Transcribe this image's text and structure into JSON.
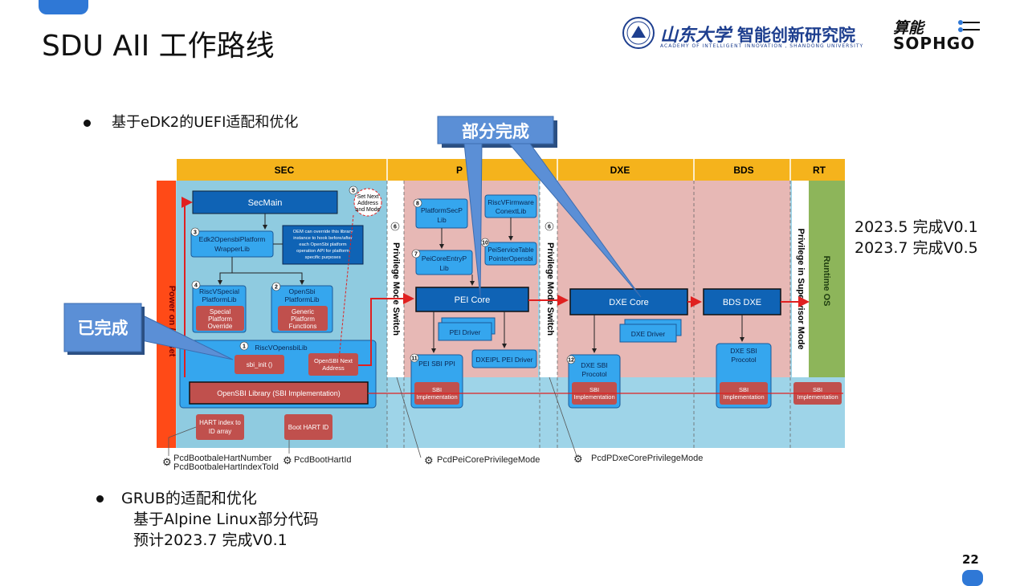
{
  "slide": {
    "title": "SDU AII 工作路线",
    "page_number": "22",
    "logo": {
      "cn_name": "智能创新研究院",
      "en_name": "ACADEMY OF INTELLIGENT INNOVATION , SHANDONG UNIVERSITY",
      "calligraphy": "山东大学",
      "partner_top": "算能",
      "partner": "SOPHGO"
    },
    "bullet1": "基于eDK2的UEFI适配和优化",
    "status_lines": [
      "2023.5 完成V0.1",
      "2023.7 完成V0.5"
    ],
    "grub": {
      "heading": "GRUB的适配和优化",
      "lines": [
        "基于Alpine Linux部分代码",
        "预计2023.7 完成V0.1"
      ]
    }
  },
  "callouts": {
    "partial": "部分完成",
    "done": "已完成"
  },
  "diagram": {
    "phases": [
      "SEC",
      "P",
      "DXE",
      "BDS",
      "RT"
    ],
    "power_label": "Power on / Reset",
    "privilege_switch": "Privilege Mode Switch",
    "privilege_supervisor": "Privilege in Supervisor Mode",
    "runtime_os": "Runtime OS",
    "sec": {
      "secmain": "SecMain",
      "set_next": [
        "Set Next",
        "Address",
        "and Mode"
      ],
      "wrapper": [
        "Edk2OpensbiPlatform",
        "WrapperLib"
      ],
      "oem_note": [
        "OEM can override this library",
        "instance to hook before/after",
        "each OpenSbi platform",
        "operation API for platform",
        "specific purposes"
      ],
      "riscv_special": [
        "RiscVSpecial",
        "PlatformLib"
      ],
      "special_override": [
        "Special",
        "Platform",
        "Override"
      ],
      "opensbi_platform": [
        "OpenSbi",
        "PlatformLib"
      ],
      "generic_functions": [
        "Generic",
        "Platform",
        "Functions"
      ],
      "riscv_opensbi_lib": "RiscVOpensbiLib",
      "sbi_init": "sbi_init ()",
      "opensbi_next": [
        "OpenSBI Next",
        "Address"
      ],
      "opensbi_library": "OpenSBI Library (SBI Implementation)",
      "hart_index": [
        "HART index to",
        "ID array"
      ],
      "boot_hart": "Boot HART ID"
    },
    "pei": {
      "platform_sec": [
        "PlatformSecP",
        "Lib"
      ],
      "riscv_firmware": [
        "RiscVFirmware",
        "ConextLib"
      ],
      "pei_core_entry": [
        "PeiCoreEntryP",
        "Lib"
      ],
      "pei_service": [
        "PeiServiceTable",
        "PointerOpensbi"
      ],
      "pei_core": "PEI Core",
      "pei_driver": "PEI Driver",
      "pei_sbi_ppi": "PEI SBI PPI",
      "dxeipl": "DXEIPL PEI Driver",
      "sbi_impl": [
        "SBI",
        "Implementation"
      ]
    },
    "dxe": {
      "dxe_core": "DXE Core",
      "dxe_driver": "DXE Driver",
      "dxe_sbi": [
        "DXE SBI",
        "Procotol"
      ]
    },
    "bds": {
      "bds_dxe": "BDS DXE",
      "dxe_sbi": [
        "DXE SBI",
        "Procotol"
      ]
    },
    "pcds": [
      "PcdBootbaleHartNumber",
      "PcdBootbaleHartIndexToId",
      "PcdBootHartId",
      "PcdPeiCorePrivilegeMode",
      "PcdPDxeCorePrivilegeMode"
    ],
    "step_numbers": [
      "1",
      "2",
      "3",
      "4",
      "5",
      "6",
      "6",
      "7",
      "8",
      "10",
      "11",
      "12"
    ]
  },
  "colors": {
    "accent_blue": "#2f78d6",
    "phase_header": "#f5b31c",
    "light_blue_panel": "#8fcbe0",
    "pink_panel": "#e7b8b5",
    "dark_blue_box": "#0f63b5",
    "mid_blue_box": "#35a6ee",
    "red_box": "#c0504d",
    "power_bar": "#ff4a17",
    "runtime_green": "#8db55a",
    "callout_blue": "#5b8fd6"
  }
}
